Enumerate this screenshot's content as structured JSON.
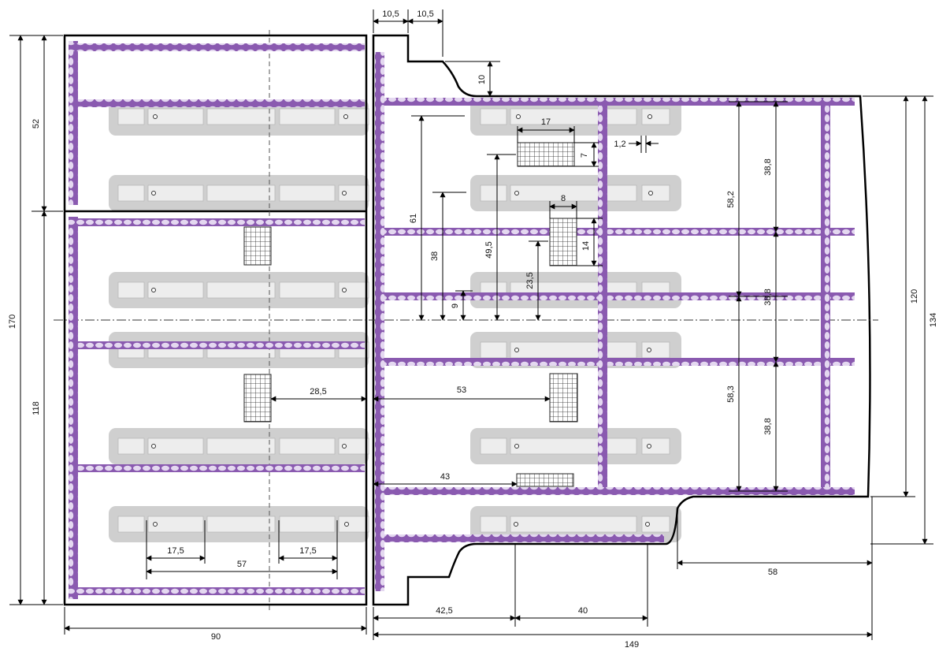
{
  "colors": {
    "beam": "#8a5ab0",
    "beam_light": "#e4d8f0",
    "pad": "#cfcfcf",
    "pad_inner": "#ededed",
    "line": "#000000"
  },
  "icons": {
    "beam": "braided-rail-icon",
    "mesh": "grid-mesh-icon",
    "hole": "circle-hole-icon"
  },
  "dimensions": {
    "top_gap_1": "10,5",
    "top_gap_2": "10,5",
    "slope_height": "10",
    "left_total_height": "170",
    "left_upper_height": "52",
    "left_lower_height": "118",
    "left_width": "90",
    "right_total_width": "149",
    "right_height_134": "134",
    "right_height_120": "120",
    "pad_end_1": "17,5",
    "pad_end_2": "17,5",
    "pad_span": "57",
    "offset_42_5": "42,5",
    "offset_40": "40",
    "offset_58": "58",
    "mesh_w_17": "17",
    "mesh_h_7": "7",
    "gap_1_2": "1,2",
    "mesh_w_8": "8",
    "mesh_h_14": "14",
    "vert_61": "61",
    "vert_38": "38",
    "vert_49_5": "49,5",
    "vert_23_5": "23,5",
    "vert_9": "9",
    "span_58_2": "58,2",
    "span_58_3": "58,3",
    "span_38_8_a": "38,8",
    "span_38_8_b": "38,8",
    "span_38_8_c": "38,8",
    "horiz_28_5": "28,5",
    "horiz_53": "53",
    "horiz_43": "43"
  }
}
